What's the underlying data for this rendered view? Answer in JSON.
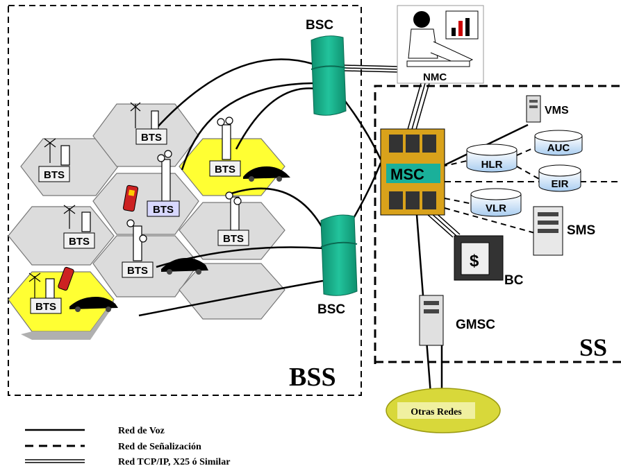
{
  "regions": {
    "bss": "BSS",
    "ss": "SS"
  },
  "bsc": {
    "top": "BSC",
    "bottom": "BSC"
  },
  "bts_label": "BTS",
  "nmc": "NMC",
  "msc": "MSC",
  "databases": {
    "hlr": "HLR",
    "vlr": "VLR",
    "auc": "AUC",
    "eir": "EIR"
  },
  "servers": {
    "vms": "VMS",
    "sms": "SMS",
    "bc": "BC",
    "gmsc": "GMSC"
  },
  "other_networks": "Otras Redes",
  "legend": {
    "voice": "Red de Voz",
    "signaling": "Red de Señalización",
    "tcpip": "Red TCP/IP, X25 ó Similar"
  },
  "colors": {
    "cell_gray": "#dcdcdc",
    "cell_yellow": "#ffff33",
    "bsc_green": "#1aaa88",
    "msc_gold": "#d9a21b",
    "msc_label_bg": "#1ab09a",
    "db_fill": "#dbeeff",
    "other_nets_fill": "#d8d83a"
  }
}
